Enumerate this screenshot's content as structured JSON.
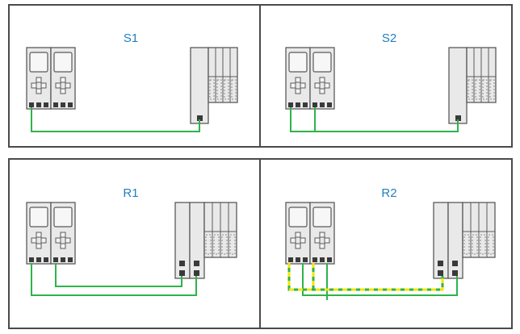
{
  "colors": {
    "label": "#1f7fc0",
    "frame": "#4a4a4a",
    "device_fill": "#e9e9e9",
    "device_stroke": "#5a5a5a",
    "port": "#3a3a3a",
    "cable_green": "#2fb34a",
    "cable_yellow": "#f2e600"
  },
  "panels": [
    {
      "id": "s1",
      "label": "S1",
      "variant": "single"
    },
    {
      "id": "s2",
      "label": "S2",
      "variant": "dual"
    },
    {
      "id": "r1",
      "label": "R1",
      "variant": "redundant"
    },
    {
      "id": "r2",
      "label": "R2",
      "variant": "redundant-striped"
    }
  ]
}
